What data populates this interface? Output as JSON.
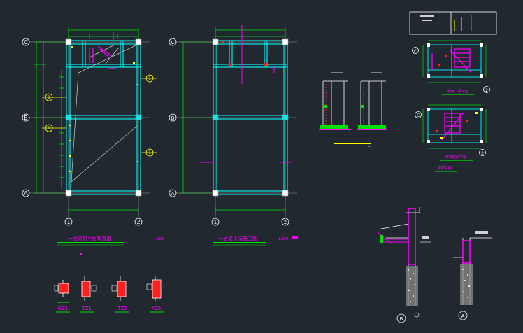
{
  "plans": {
    "left": {
      "title": "一层结构平面布置图",
      "scale": "1:100",
      "grid_letters": [
        "C",
        "B",
        "A"
      ],
      "grid_numbers": [
        "1",
        "2"
      ],
      "section_marks": [
        "1",
        "1",
        "1",
        "1"
      ]
    },
    "right": {
      "title": "一层梁平法施工图",
      "scale": "1:100",
      "grid_letters": [
        "C",
        "B",
        "A"
      ],
      "grid_numbers": [
        "1",
        "2"
      ]
    }
  },
  "columns_labels": [
    "GZ1",
    "TZ1",
    "TZ2",
    "AZ1"
  ],
  "small_plans": {
    "top_title": "楼梯二层平面",
    "bottom_title": "楼梯底层平面",
    "letter_top": "C",
    "letter_bottom": "C",
    "number_top": "2",
    "number_bottom": "2",
    "note": "楼梯说明："
  },
  "elevations": {
    "left_axis": "B",
    "right_axis": "A"
  },
  "colors": {
    "background": "#212830",
    "green": "#00e000",
    "cyan": "#00e8e8",
    "magenta": "#ff00ff",
    "yellow": "#ffff00",
    "white": "#ffffff",
    "red": "#ff2020",
    "gray": "#9a9a9a"
  }
}
